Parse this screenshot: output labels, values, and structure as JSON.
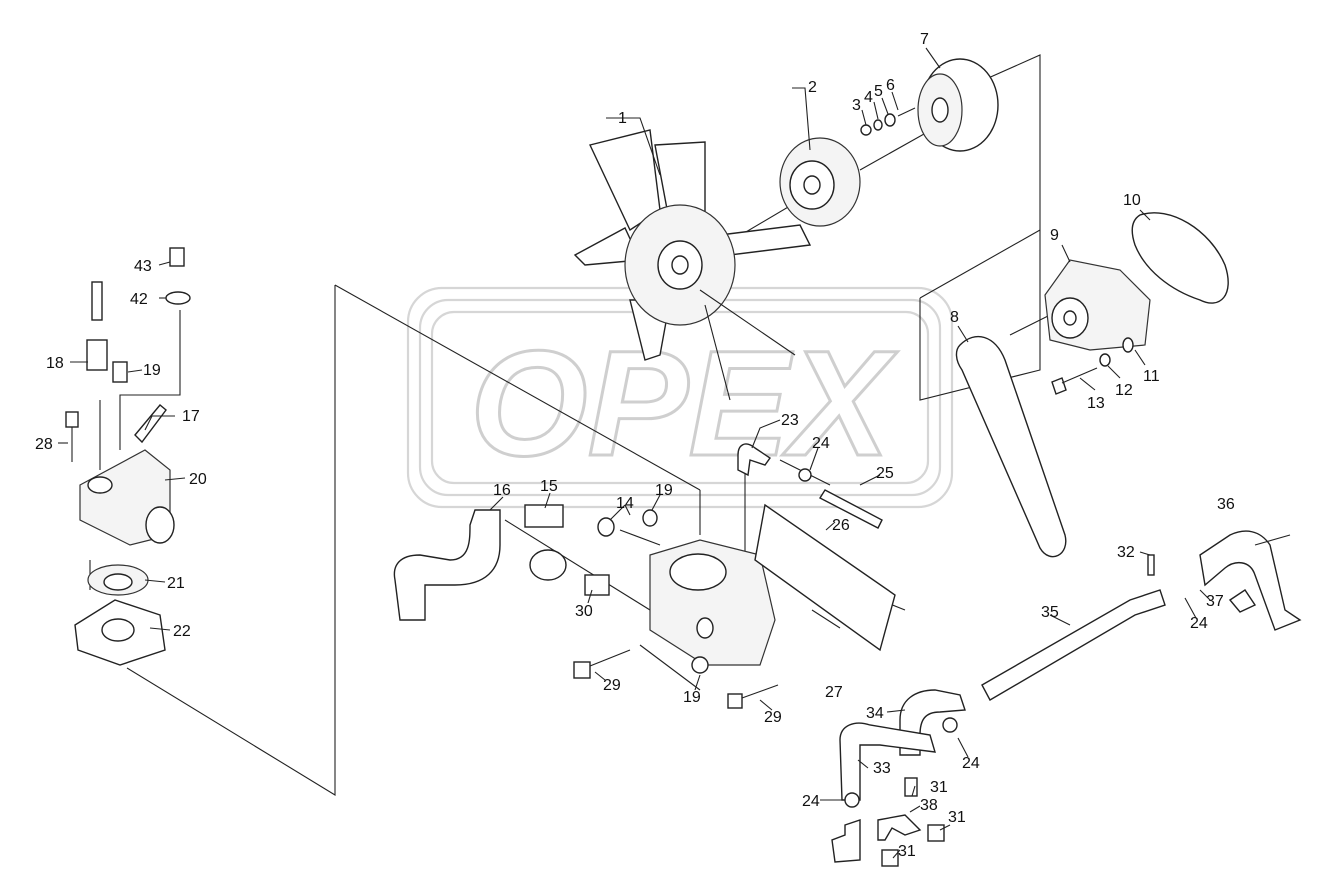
{
  "watermark": {
    "text": "OPEX"
  },
  "callouts": [
    {
      "id": "c1",
      "text": "1"
    },
    {
      "id": "c2",
      "text": "2"
    },
    {
      "id": "c3",
      "text": "3"
    },
    {
      "id": "c4",
      "text": "4"
    },
    {
      "id": "c5",
      "text": "5"
    },
    {
      "id": "c6",
      "text": "6"
    },
    {
      "id": "c7",
      "text": "7"
    },
    {
      "id": "c8",
      "text": "8"
    },
    {
      "id": "c9",
      "text": "9"
    },
    {
      "id": "c10",
      "text": "10"
    },
    {
      "id": "c11",
      "text": "11"
    },
    {
      "id": "c12",
      "text": "12"
    },
    {
      "id": "c13",
      "text": "13"
    },
    {
      "id": "c14",
      "text": "14"
    },
    {
      "id": "c15",
      "text": "15"
    },
    {
      "id": "c16",
      "text": "16"
    },
    {
      "id": "c17",
      "text": "17"
    },
    {
      "id": "c18",
      "text": "18"
    },
    {
      "id": "c19a",
      "text": "19"
    },
    {
      "id": "c19b",
      "text": "19"
    },
    {
      "id": "c19c",
      "text": "19"
    },
    {
      "id": "c20",
      "text": "20"
    },
    {
      "id": "c21",
      "text": "21"
    },
    {
      "id": "c22",
      "text": "22"
    },
    {
      "id": "c23",
      "text": "23"
    },
    {
      "id": "c24a",
      "text": "24"
    },
    {
      "id": "c24b",
      "text": "24"
    },
    {
      "id": "c24c",
      "text": "24"
    },
    {
      "id": "c24d",
      "text": "24"
    },
    {
      "id": "c25",
      "text": "25"
    },
    {
      "id": "c26",
      "text": "26"
    },
    {
      "id": "c27",
      "text": "27"
    },
    {
      "id": "c28",
      "text": "28"
    },
    {
      "id": "c29a",
      "text": "29"
    },
    {
      "id": "c29b",
      "text": "29"
    },
    {
      "id": "c30",
      "text": "30"
    },
    {
      "id": "c31a",
      "text": "31"
    },
    {
      "id": "c31b",
      "text": "31"
    },
    {
      "id": "c31c",
      "text": "31"
    },
    {
      "id": "c32",
      "text": "32"
    },
    {
      "id": "c33",
      "text": "33"
    },
    {
      "id": "c34",
      "text": "34"
    },
    {
      "id": "c35",
      "text": "35"
    },
    {
      "id": "c36",
      "text": "36"
    },
    {
      "id": "c37",
      "text": "37"
    },
    {
      "id": "c38",
      "text": "38"
    },
    {
      "id": "c42",
      "text": "42"
    },
    {
      "id": "c43",
      "text": "43"
    }
  ]
}
